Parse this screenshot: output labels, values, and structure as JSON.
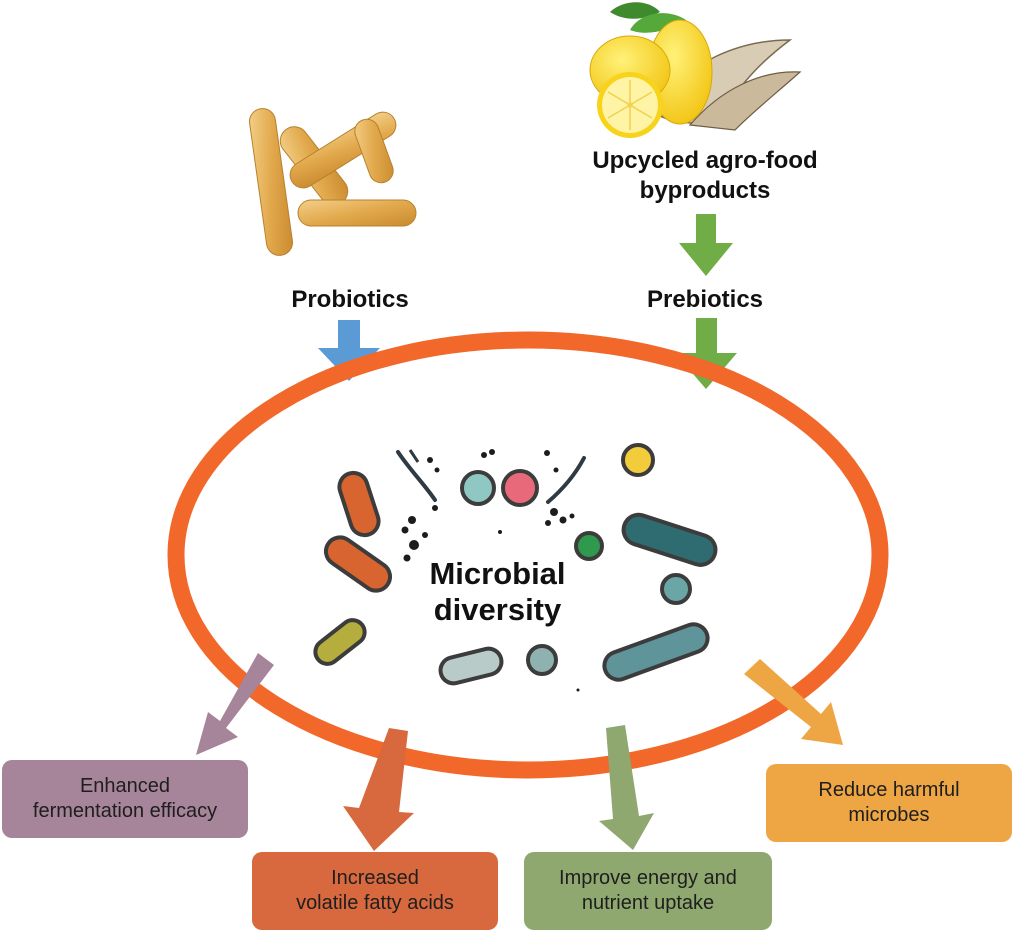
{
  "labels": {
    "upcycled_line1": "Upcycled agro-food",
    "upcycled_line2": "byproducts",
    "probiotics": "Probiotics",
    "prebiotics": "Prebiotics",
    "center_line1": "Microbial",
    "center_line2": "diversity"
  },
  "outcomes": {
    "fermentation": {
      "line1": "Enhanced",
      "line2": "fermentation efficacy"
    },
    "vfa": {
      "line1": "Increased",
      "line2": "volatile fatty acids"
    },
    "energy": {
      "line1": "Improve energy and",
      "line2": "nutrient uptake"
    },
    "harmful": {
      "line1": "Reduce harmful",
      "line2": "microbes"
    }
  },
  "colors": {
    "ellipse": "#f2672a",
    "probiotic_arrow": "#5b9bd5",
    "prebiotic_arrow": "#70ad47",
    "fermentation": "#a6849a",
    "vfa": "#d8693e",
    "energy": "#8fa870",
    "harmful": "#eea644"
  },
  "icons": [
    "rod-bacteria-icon",
    "lemon-banana-peel-icon",
    "microbe-cluster-icon"
  ]
}
